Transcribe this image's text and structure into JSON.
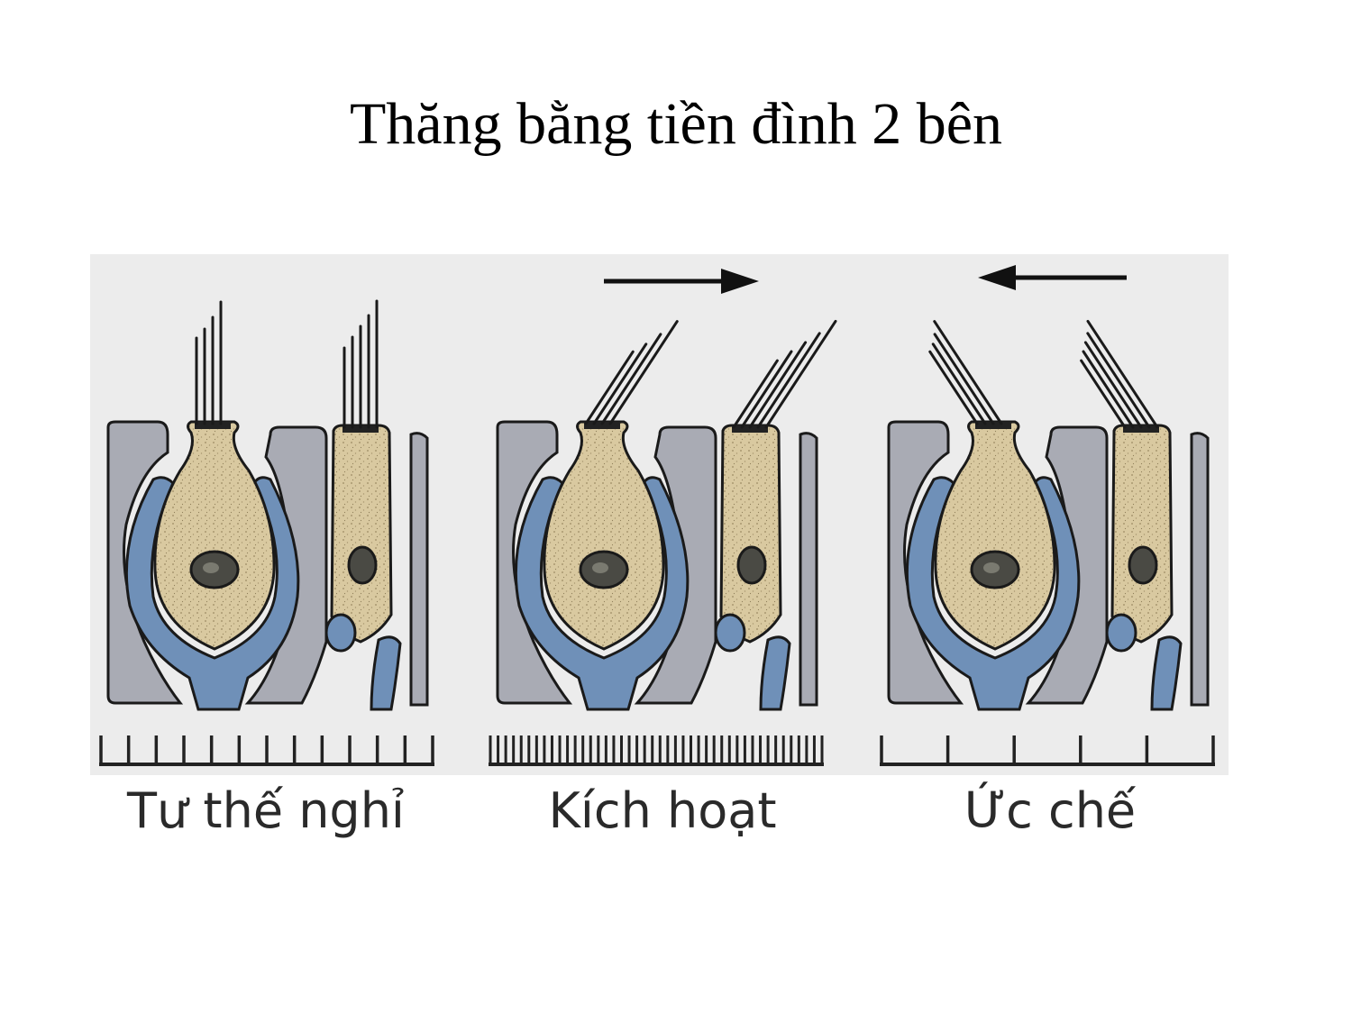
{
  "slide": {
    "title": "Thăng bằng tiền đình 2 bên"
  },
  "figure": {
    "colors": {
      "background": "#ececec",
      "support_cell": "#a9abb4",
      "cytoplasm": "#d9c9a0",
      "nerve_terminal": "#6f90b8",
      "outline": "#1a1a1a"
    },
    "panels": [
      {
        "caption": "Tư thế nghỉ",
        "bundle_state": "upright",
        "arrow": "none",
        "firing": "baseline"
      },
      {
        "caption": "Kích hoạt",
        "bundle_state": "deflected-right",
        "arrow": "right-arrow",
        "firing": "high"
      },
      {
        "caption": "Ức chế",
        "bundle_state": "deflected-left",
        "arrow": "left-arrow",
        "firing": "low"
      }
    ]
  }
}
